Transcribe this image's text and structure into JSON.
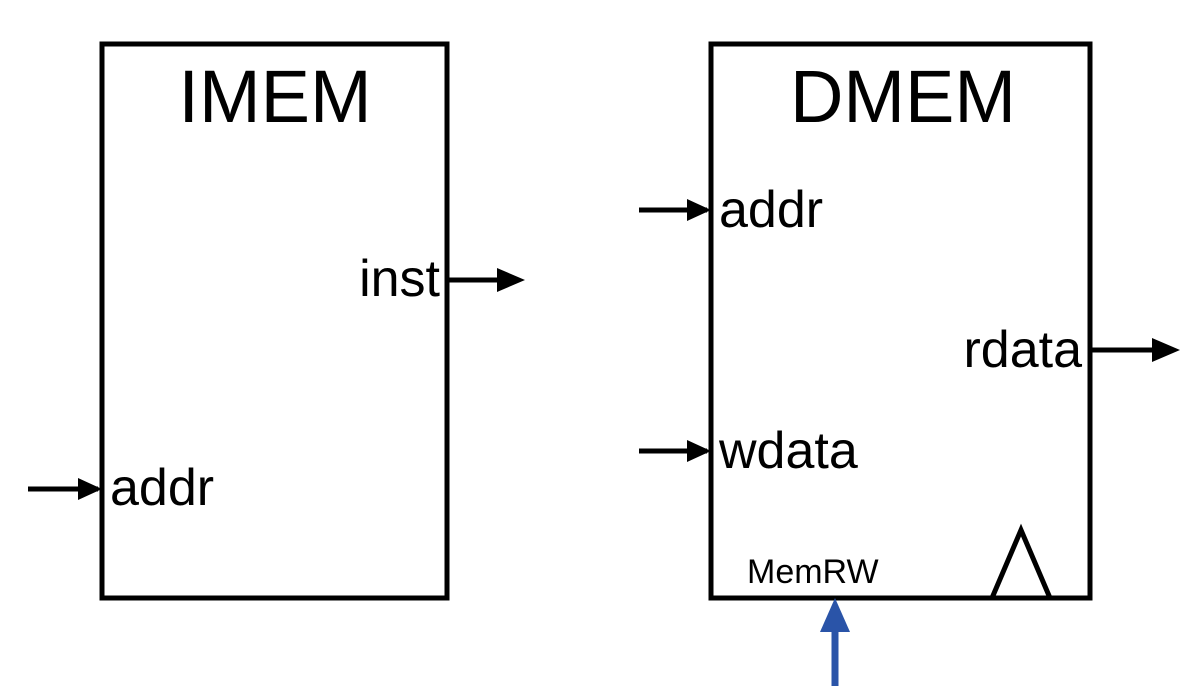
{
  "diagram": {
    "title": "IMEM and DMEM memory block diagram",
    "colors": {
      "outline": "#000000",
      "background": "#ffffff",
      "control_signal": "#2a54a8"
    },
    "blocks": [
      {
        "id": "imem",
        "title": "IMEM",
        "ports": [
          {
            "id": "imem-inst",
            "label": "inst",
            "direction": "output",
            "side": "right"
          },
          {
            "id": "imem-addr",
            "label": "addr",
            "direction": "input",
            "side": "left"
          }
        ],
        "clocked": false
      },
      {
        "id": "dmem",
        "title": "DMEM",
        "ports": [
          {
            "id": "dmem-addr",
            "label": "addr",
            "direction": "input",
            "side": "left"
          },
          {
            "id": "dmem-rdata",
            "label": "rdata",
            "direction": "output",
            "side": "right"
          },
          {
            "id": "dmem-wdata",
            "label": "wdata",
            "direction": "input",
            "side": "left"
          },
          {
            "id": "dmem-memrw",
            "label": "MemRW",
            "direction": "input",
            "side": "bottom"
          }
        ],
        "clocked": true,
        "clock_marker": "triangle"
      }
    ]
  }
}
